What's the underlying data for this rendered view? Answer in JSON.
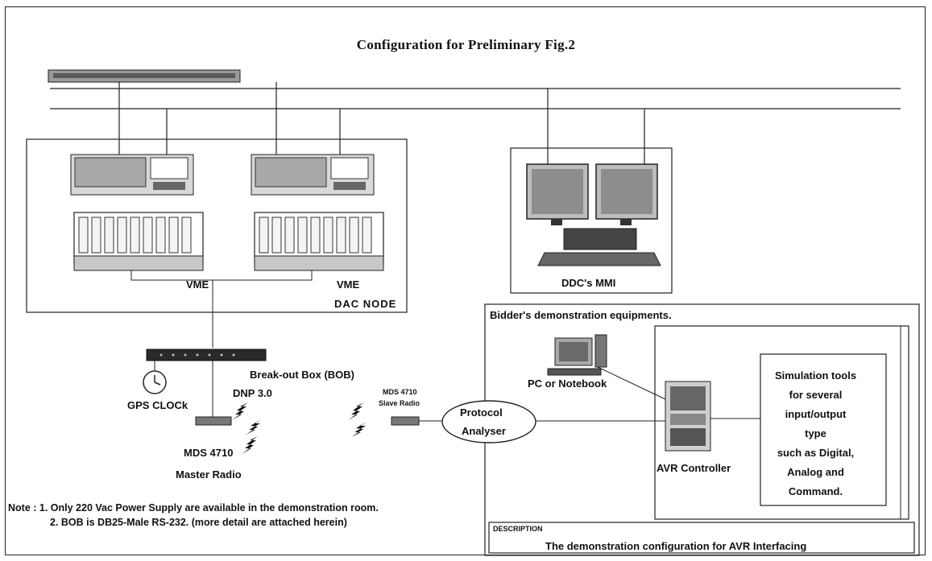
{
  "title": "Configuration for Preliminary Fig.2",
  "labels": {
    "vme_1": "VME",
    "vme_2": "VME",
    "dac_node": "DAC NODE",
    "ddc_mmi": "DDC's MMI",
    "bidder": "Bidder's demonstration equipments.",
    "bob": "Break-out Box (BOB)",
    "dnp": "DNP 3.0",
    "gps": "GPS CLOCk",
    "master_radio_model": "MDS 4710",
    "master_radio": "Master Radio",
    "slave_radio_model": "MDS 4710",
    "slave_radio": "Slave Radio",
    "protocol": "Protocol",
    "analyser": "Analyser",
    "pc": "PC or Notebook",
    "avr": "AVR Controller"
  },
  "simulation_lines": [
    "Simulation tools",
    "for several",
    "input/output",
    "type",
    "such as Digital,",
    "Analog and",
    "Command."
  ],
  "notes": {
    "line1": "Note : 1. Only 220 Vac Power Supply are available in the demonstration room.",
    "line2": "2. BOB is DB25-Male RS-232. (more detail are attached herein)"
  },
  "description": {
    "header": "DESCRIPTION",
    "text": "The demonstration configuration for AVR Interfacing"
  }
}
